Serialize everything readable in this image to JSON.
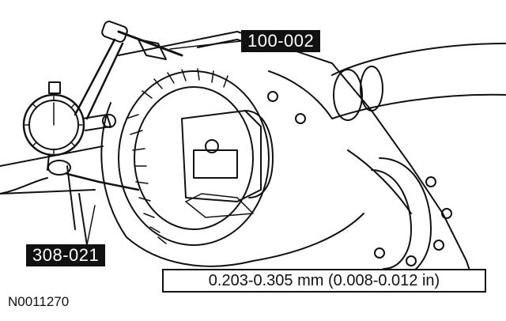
{
  "labels": {
    "tool_upper": "100-002",
    "tool_lower": "308-021",
    "specification": "0.203-0.305 mm (0.008-0.012 in)",
    "figure_id": "N0011270"
  },
  "colors": {
    "ink": "#111111",
    "paper": "#ffffff"
  },
  "icons": {
    "dial_indicator": "dial-indicator-icon",
    "magnetic_base": "magnetic-base-icon"
  }
}
